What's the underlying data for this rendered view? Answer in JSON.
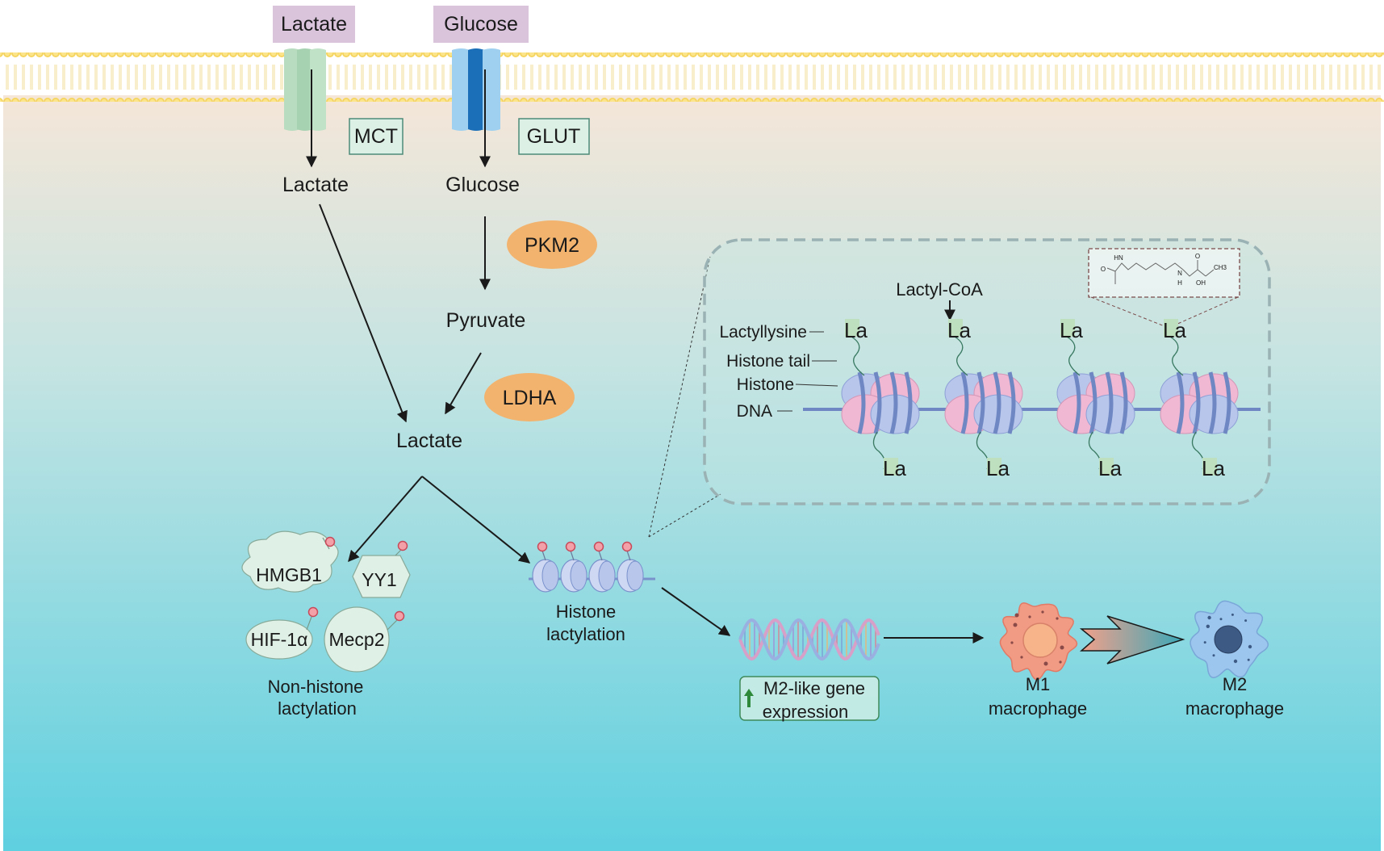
{
  "extracellular": {
    "lactate_label": "Lactate",
    "glucose_label": "Glucose"
  },
  "transporters": {
    "mct": "MCT",
    "glut": "GLUT"
  },
  "pathway": {
    "lactate_in": "Lactate",
    "glucose_in": "Glucose",
    "pkm2": "PKM2",
    "pyruvate": "Pyruvate",
    "ldha": "LDHA",
    "lactate_pool": "Lactate"
  },
  "non_histone": {
    "proteins": [
      "HMGB1",
      "YY1",
      "HIF-1α",
      "Mecp2"
    ],
    "caption_line1": "Non-histone",
    "caption_line2": "lactylation"
  },
  "histone": {
    "caption_line1": "Histone",
    "caption_line2": "lactylation"
  },
  "inset": {
    "lactyl_coa": "Lactyl-CoA",
    "legend": [
      "Lactyllysine",
      "Histone tail",
      "Histone",
      "DNA"
    ],
    "la_mark": "La",
    "chem_labels": [
      "HN",
      "O",
      "N",
      "H",
      "O",
      "OH",
      "CH3"
    ]
  },
  "outcome": {
    "gene_line1": "M2-like gene",
    "gene_line2": "expression",
    "m1_line1": "M1",
    "m1_line2": "macrophage",
    "m2_line1": "M2",
    "m2_line2": "macrophage"
  },
  "colors": {
    "label_box": "#d9c4dc",
    "transporter_box": "#dcf0e6",
    "mct": "#b7dcbf",
    "glut_light": "#9fd0f0",
    "glut_dark": "#1a6fb8",
    "enzyme": "#f2b36f",
    "protein": "#dff0e6",
    "lipid": "#f7d96a",
    "lactyl_dot": "#f4a0a8",
    "histone_blue": "#b8c6ec",
    "histone_pink": "#f0b8d2",
    "dna_line": "#6f88c4",
    "m1_fill": "#f19a84",
    "m2_fill": "#9cc6ee",
    "gene_box": "#f0f7e8"
  }
}
